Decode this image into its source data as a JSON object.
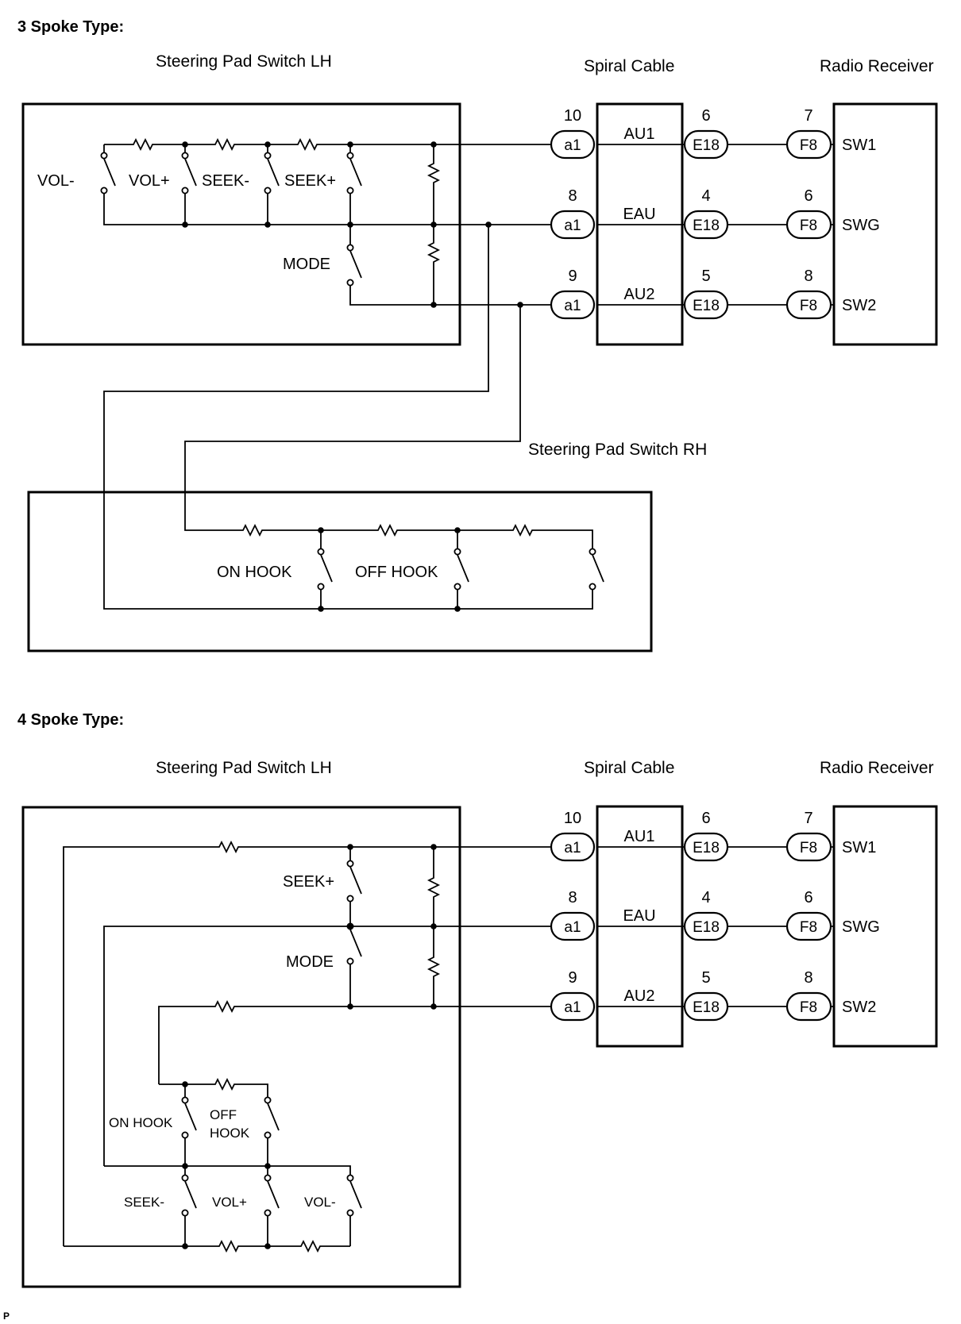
{
  "sections": {
    "spoke3_title": "3 Spoke Type:",
    "spoke4_title": "4 Spoke Type:"
  },
  "components": {
    "pad_lh": "Steering Pad Switch LH",
    "spiral_cable": "Spiral Cable",
    "radio_receiver": "Radio Receiver",
    "pad_rh": "Steering Pad Switch RH"
  },
  "switches3": {
    "vol_minus": "VOL-",
    "vol_plus": "VOL+",
    "seek_minus": "SEEK-",
    "seek_plus": "SEEK+",
    "mode": "MODE",
    "on_hook": "ON HOOK",
    "off_hook": "OFF HOOK"
  },
  "switches4": {
    "seek_plus": "SEEK+",
    "mode": "MODE",
    "on_hook": "ON HOOK",
    "off_hook_1": "OFF",
    "off_hook_2": "HOOK",
    "seek_minus": "SEEK-",
    "vol_plus": "VOL+",
    "vol_minus": "VOL-"
  },
  "spiral_terminals": {
    "row1": "AU1",
    "row2": "EAU",
    "row3": "AU2"
  },
  "receiver_terminals": {
    "row1": "SW1",
    "row2": "SWG",
    "row3": "SW2"
  },
  "connectors": {
    "steering_side": "a1",
    "spiral_side": "E18",
    "radio_side": "F8"
  },
  "pins": {
    "a1": [
      "10",
      "8",
      "9"
    ],
    "e18": [
      "6",
      "4",
      "5"
    ],
    "f8": [
      "7",
      "6",
      "8"
    ]
  },
  "corner_mark": "P"
}
